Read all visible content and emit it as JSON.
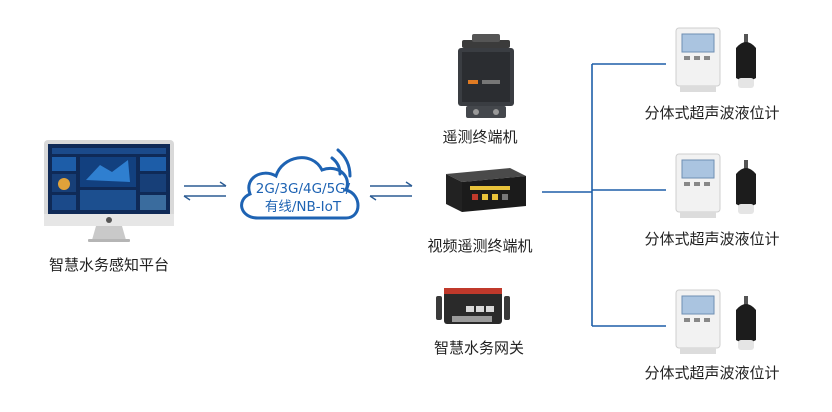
{
  "colors": {
    "connector": "#1e5fa8",
    "cloud": "#1e63b3",
    "arrow": "#2b5b93"
  },
  "platform": {
    "label": "智慧水务感知平台"
  },
  "cloud": {
    "line1": "2G/3G/4G/5G/",
    "line2": "有线/NB-IoT"
  },
  "devices": {
    "remote_terminal": {
      "label": "遥测终端机"
    },
    "video_terminal": {
      "label": "视频遥测终端机"
    },
    "gateway": {
      "label": "智慧水务网关"
    }
  },
  "meters": [
    {
      "label": "分体式超声波液位计"
    },
    {
      "label": "分体式超声波液位计"
    },
    {
      "label": "分体式超声波液位计"
    }
  ]
}
